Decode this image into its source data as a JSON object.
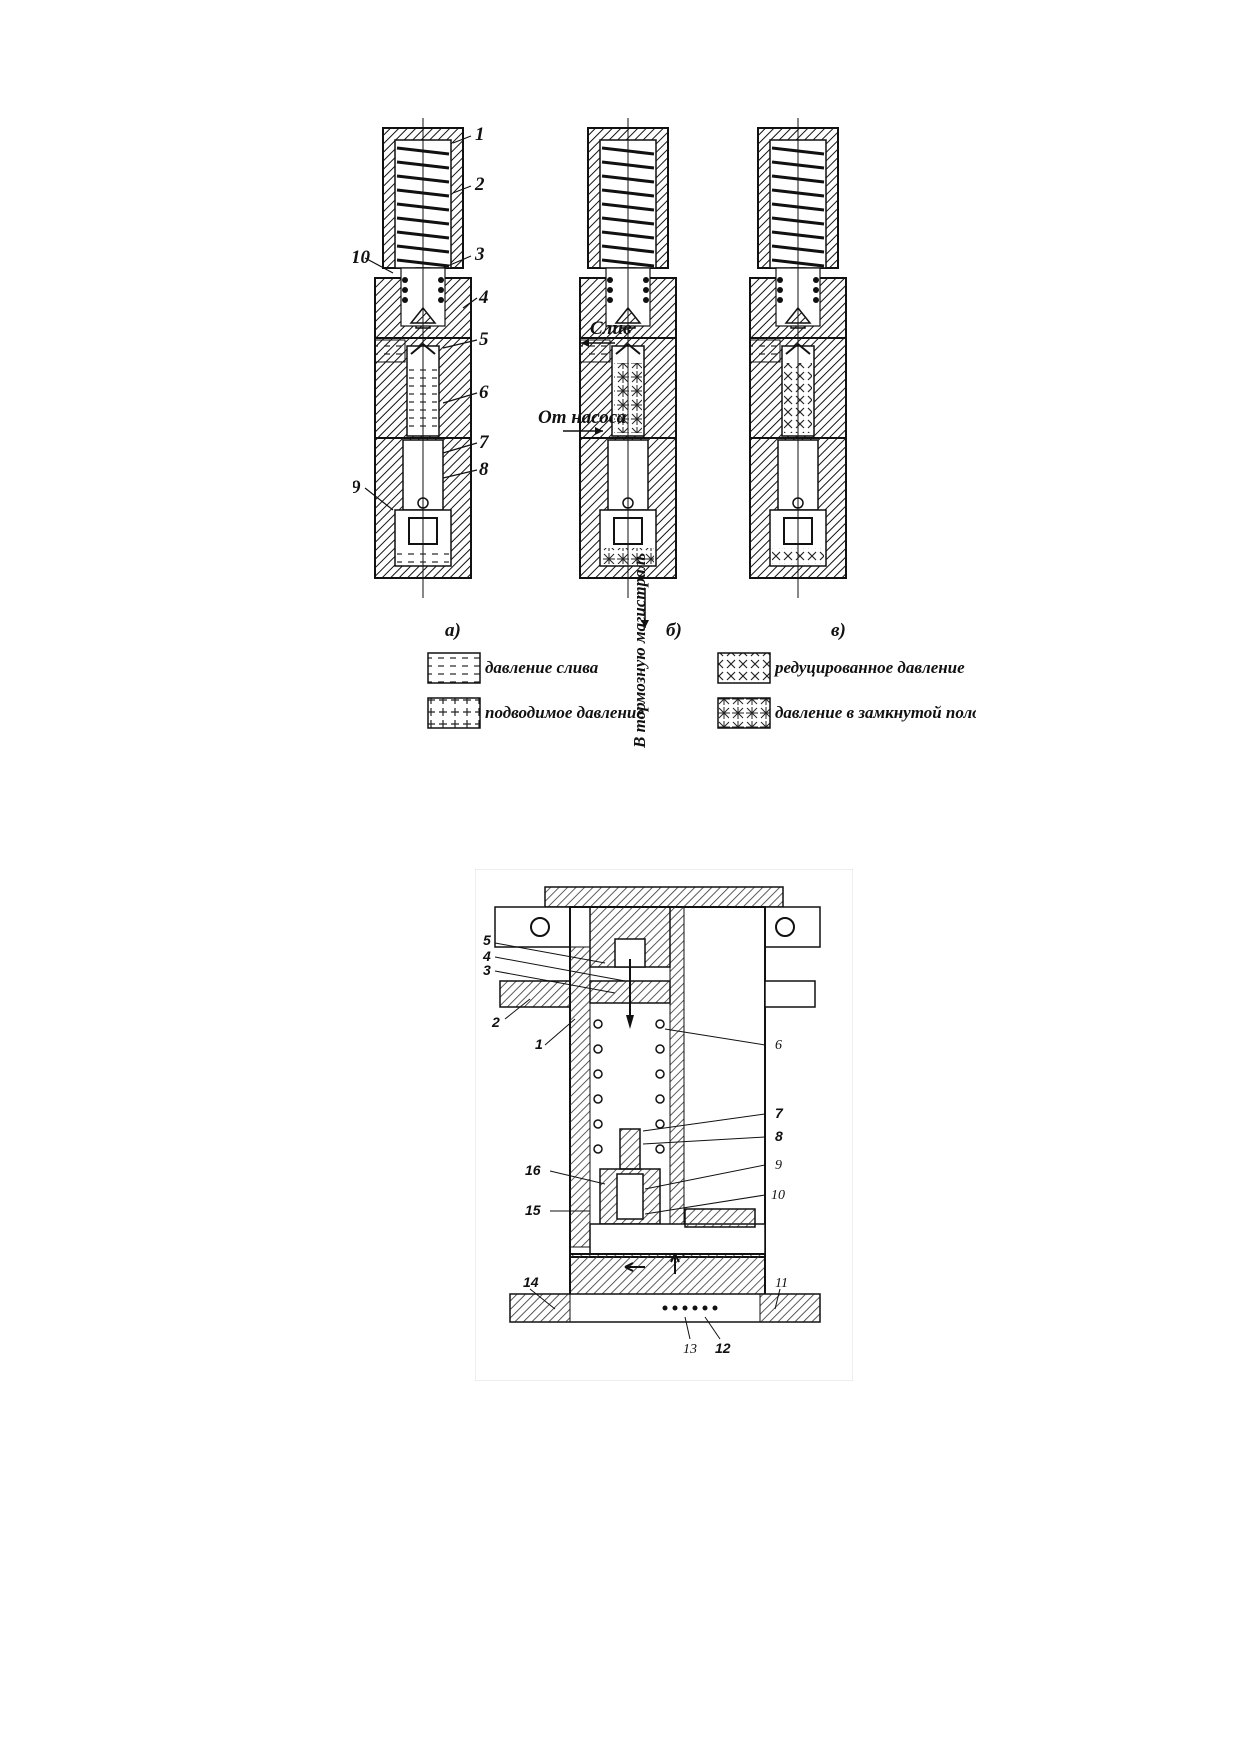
{
  "figure_top": {
    "part_numbers": [
      "1",
      "2",
      "3",
      "4",
      "5",
      "6",
      "7",
      "8",
      "9",
      "10"
    ],
    "subfigure_labels": [
      "а)",
      "б)",
      "в)"
    ],
    "flow_labels": {
      "drain": "Слив",
      "from_pump": "От насоса",
      "to_brake_line": "В тормозную магистраль"
    },
    "legend": [
      {
        "pattern": "dashes",
        "text": "давление слива"
      },
      {
        "pattern": "plus",
        "text": "подводимое давление"
      },
      {
        "pattern": "cross",
        "text": "редуцированное давление"
      },
      {
        "pattern": "star",
        "text": "давление в замкнутой полости"
      }
    ]
  },
  "figure_bottom": {
    "part_numbers": [
      "1",
      "2",
      "3",
      "4",
      "5",
      "6",
      "7",
      "8",
      "9",
      "10",
      "11",
      "12",
      "13",
      "14",
      "15",
      "16"
    ]
  }
}
